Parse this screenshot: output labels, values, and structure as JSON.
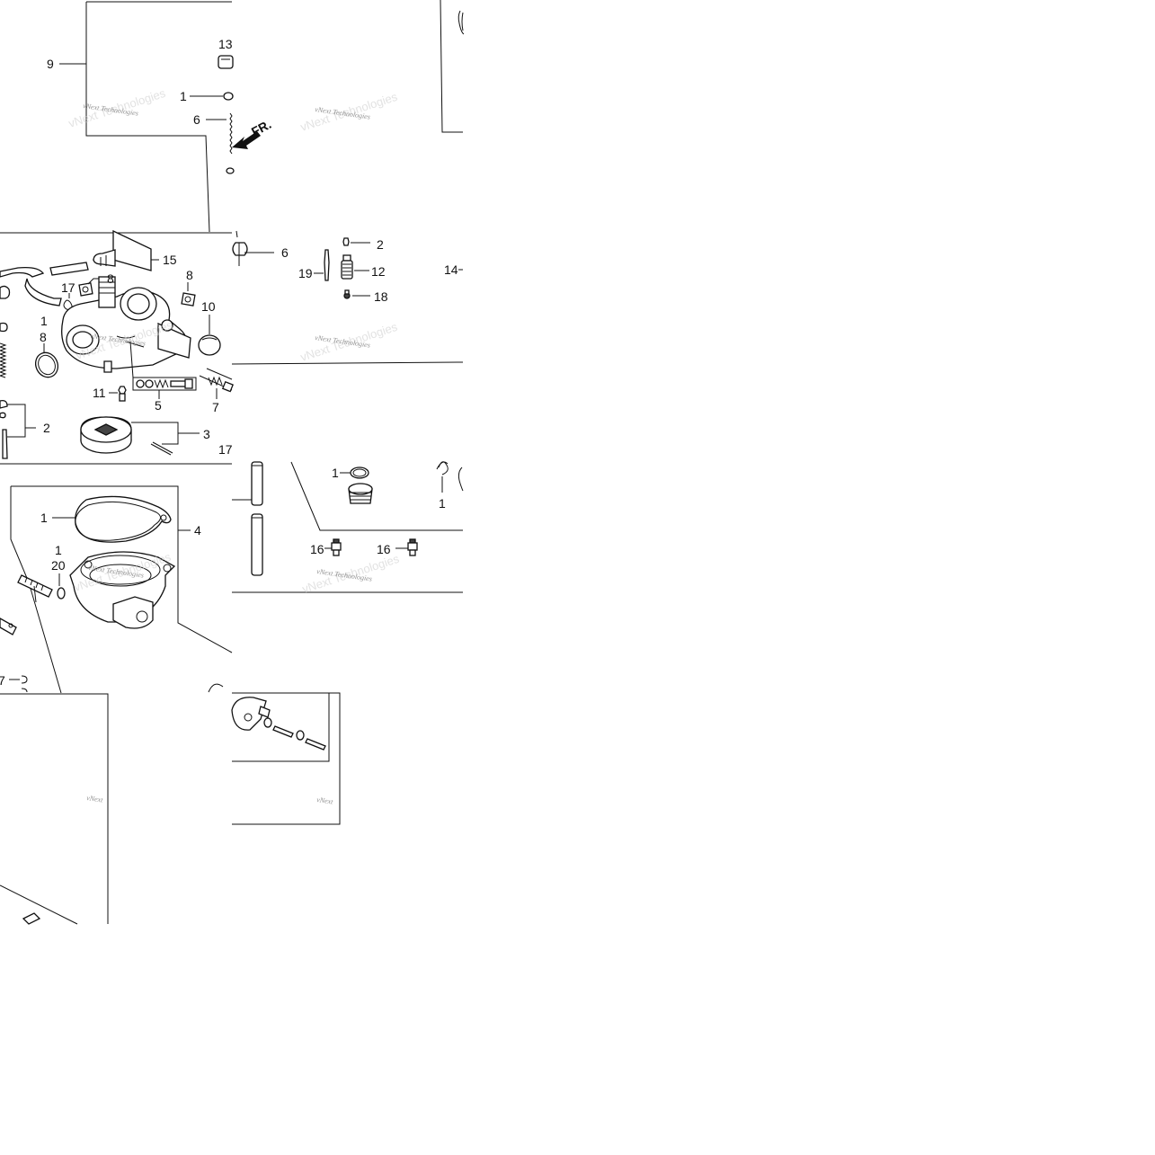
{
  "fr_label": "FR.",
  "watermark": {
    "small": "vNext Technologies",
    "big": "vNext Technologies",
    "small_partial": "vNext"
  },
  "callouts": {
    "c9": "9",
    "c13": "13",
    "c1_top": "1",
    "c6_top": "6",
    "c14": "14",
    "c6_mid": "6",
    "c2_jet": "2",
    "c12": "12",
    "c18": "18",
    "c19": "19",
    "c15": "15",
    "c8_a": "8",
    "c17_a": "17",
    "c8_b": "8",
    "c1_left": "1",
    "c8_c": "8",
    "c10": "10",
    "c11": "11",
    "c5": "5",
    "c7": "7",
    "c2_left": "2",
    "c3": "3",
    "c17_b": "17",
    "c1_bowl": "1",
    "c4": "4",
    "c1_screw": "1",
    "c20": "20",
    "c1_ring": "1",
    "c1_clip": "1",
    "c16_a": "16",
    "c16_b": "16",
    "c7_bottom": "7"
  }
}
